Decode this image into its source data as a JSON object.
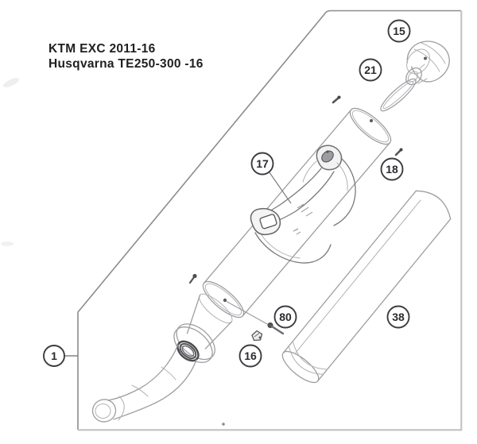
{
  "title": {
    "line1": "KTM EXC 2011-16",
    "line2": "Husqvarna TE250-300 -16"
  },
  "callouts": {
    "c15": {
      "label": "15"
    },
    "c21": {
      "label": "21"
    },
    "c17": {
      "label": "17"
    },
    "c18": {
      "label": "18"
    },
    "c38": {
      "label": "38"
    },
    "c80": {
      "label": "80"
    },
    "c16": {
      "label": "16"
    },
    "c1": {
      "label": "1"
    }
  },
  "colors": {
    "background": "#ffffff",
    "frame_dark": "#8c8c8c",
    "frame_light": "#c2c2c2",
    "drawing_line": "#9e9ea2",
    "dark_detail": "#55555a",
    "callout_stroke": "#3c3c40",
    "text": "#1f1f23"
  }
}
